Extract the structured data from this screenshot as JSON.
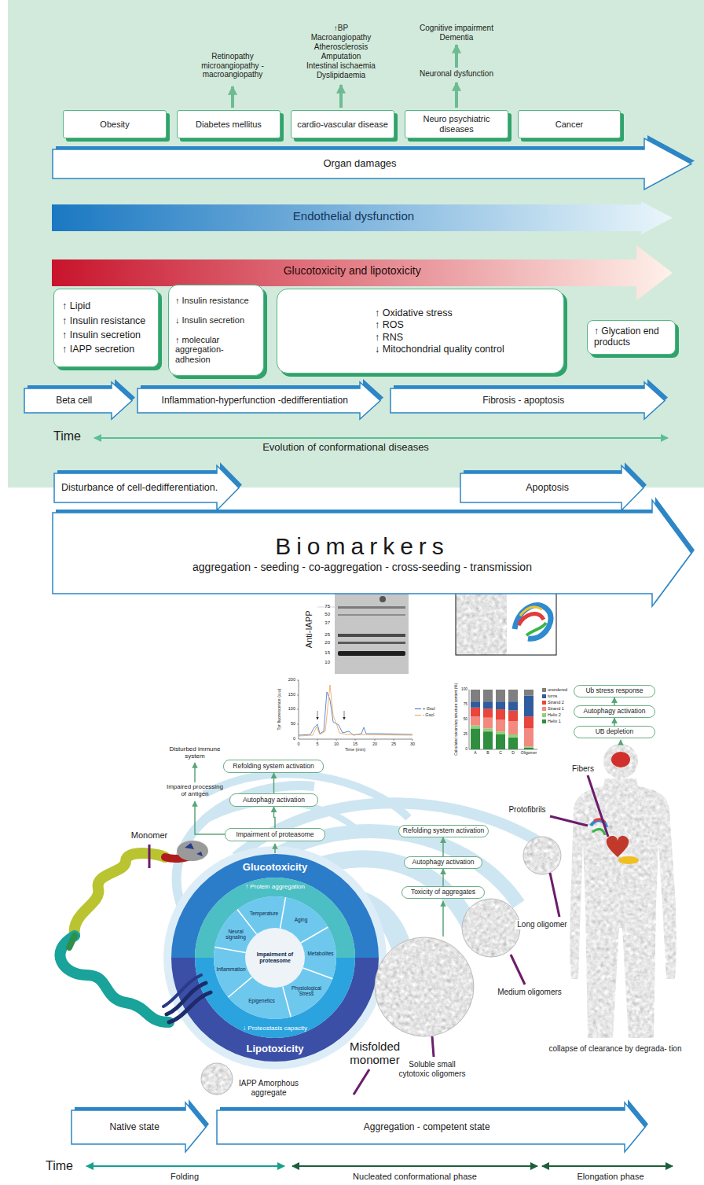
{
  "diagram": {
    "nodes": [
      {
        "text": [
          "Obesity"
        ]
      },
      {
        "text": [
          "Diabetes mellitus"
        ]
      },
      {
        "text": [
          "cardio-vascular disease"
        ]
      },
      {
        "text": [
          "Neuro psychiatric diseases"
        ]
      },
      {
        "text": [
          "Cancer"
        ]
      },
      {
        "text": [
          "Organ damages"
        ]
      },
      {
        "text": [
          "Endothelial dysfunction"
        ]
      },
      {
        "text": [
          "Glucotoxicity and lipotoxicity"
        ]
      },
      {
        "text": [
          "↑ Lipid",
          "↑ Insulin resistance",
          "↑ Insulin secretion",
          "↑ IAPP secretion"
        ]
      },
      {
        "text": [
          "↑ Insulin resistance",
          "↓ Insulin secretion",
          "↑ molecular aggregation-adhesion"
        ]
      },
      {
        "text": [
          "↑ Oxidative stress",
          "↑ ROS",
          "↑ RNS",
          "↓ Mitochondrial quality control"
        ]
      },
      {
        "text": [
          "↑ Glycation end products"
        ]
      },
      {
        "text": [
          "Beta cell"
        ]
      },
      {
        "text": [
          "Inflammation-hyperfunction -dedifferentiation"
        ]
      },
      {
        "text": [
          "Fibrosis - apoptosis"
        ]
      },
      {
        "text": [
          "Disturbance of cell-dedifferentiation."
        ]
      },
      {
        "text": [
          "Apoptosis"
        ]
      },
      {
        "text": [
          "Biomarkers",
          "aggregation - seeding - co-aggregation - cross-seeding - transmission"
        ]
      },
      {
        "text": [
          "Ub stress response"
        ]
      },
      {
        "text": [
          "Autophagy activation"
        ]
      },
      {
        "text": [
          "UB depletion"
        ]
      },
      {
        "text": [
          "Refolding system activation"
        ]
      },
      {
        "text": [
          "Autophagy activation"
        ]
      },
      {
        "text": [
          "Impairment of proteasome"
        ]
      },
      {
        "text": [
          "Refolding system activation"
        ]
      },
      {
        "text": [
          "Autophagy activation"
        ]
      },
      {
        "text": [
          "Toxicity of aggregates"
        ]
      },
      {
        "text": [
          "Native state"
        ]
      },
      {
        "text": [
          "Aggregation - competent state"
        ]
      }
    ],
    "edges": [
      {
        "from": 23,
        "to": 22,
        "arrow": "to"
      },
      {
        "from": 22,
        "to": 21,
        "arrow": "to"
      },
      {
        "from": 26,
        "to": 25,
        "arrow": "to"
      },
      {
        "from": 25,
        "to": 24,
        "arrow": "to"
      },
      {
        "from": 20,
        "to": 19,
        "arrow": "to"
      },
      {
        "from": 19,
        "to": 18,
        "arrow": "to"
      }
    ],
    "labels": [
      "Retinopathy microangiopathy - macroangiopathy",
      "↑BP",
      "Macroangiopathy",
      "Atherosclerosis",
      "Amputation",
      "Intestinal ischaemia",
      "Dyslipidaemia",
      "Cognitive impairment",
      "Dementia",
      "Neuronal dysfunction",
      "Time",
      "Evolution of conformational diseases",
      "Anti-IAPP",
      "75",
      "50",
      "37",
      "25",
      "20",
      "15",
      "10",
      "Tyr fluorescence (a.u)",
      "200",
      "150",
      "100",
      "50",
      "0",
      "0",
      "5",
      "10",
      "15",
      "20",
      "25",
      "30",
      "Time (min)",
      "Calculated secondary structure content (%)",
      "100",
      "75",
      "50",
      "25",
      "0",
      "A",
      "B",
      "C",
      "D",
      "Oligomer",
      "Disturbed immune system",
      "Impaired processing of antigen",
      "Monomer",
      "Glucotoxicity",
      "↑ Protein aggregation",
      "Neural signaling",
      "Temperature",
      "Aging",
      "Metabolites",
      "Physiological Stress",
      "Epigenetics",
      "Inflammation",
      "Impairment of proteasome",
      "↓ Proteostasis capacity",
      "Lipotoxicity",
      "Fibers",
      "Protofibrils",
      "Long oligomer",
      "Medium oligomers",
      "Misfolded monomer",
      "Soluble small cytotoxic oligomers",
      "IAPP Amorphous aggregate",
      "collapse of clearance by degrada- tion",
      "Time",
      "Folding",
      "Nucleated conformational phase",
      "Elongation phase"
    ],
    "legend": [
      {
        "text": "+ Gscl"
      },
      {
        "text": "- Gscl"
      },
      {
        "text": "unordered",
        "color": "#7f7f7f"
      },
      {
        "text": "turns",
        "color": "#2e5c9e"
      },
      {
        "text": "Strand 2",
        "color": "#e8453c"
      },
      {
        "text": "Strand 1",
        "color": "#f28a80"
      },
      {
        "text": "Helix 2",
        "color": "#8fd17a"
      },
      {
        "text": "Helix 1",
        "color": "#2f8f3f"
      }
    ]
  }
}
